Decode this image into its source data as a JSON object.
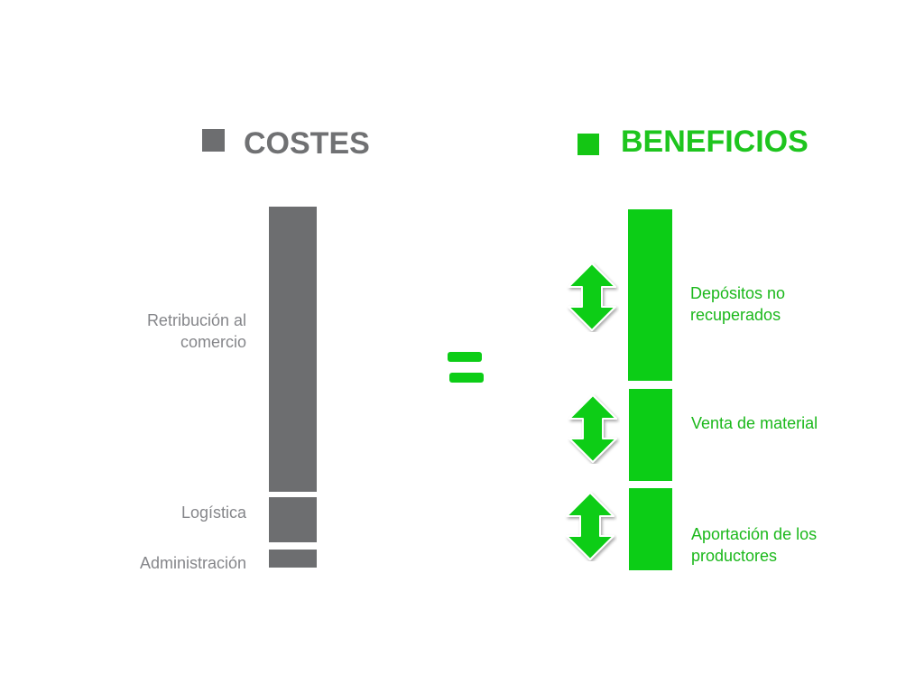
{
  "costs": {
    "title": "COSTES",
    "color": "#6d6e70",
    "items": [
      {
        "lines": [
          "Retribución al",
          "comercio"
        ]
      },
      {
        "lines": [
          "Logística"
        ]
      },
      {
        "lines": [
          "Administración"
        ]
      }
    ]
  },
  "benefits": {
    "title": "BENEFICIOS",
    "color": "#0ccd16",
    "items": [
      {
        "lines": [
          "Depósitos no",
          "recuperados"
        ]
      },
      {
        "lines": [
          "Venta de material"
        ]
      },
      {
        "lines": [
          "Aportación de los",
          "productores"
        ]
      }
    ]
  },
  "connector_symbol": "equals-sign",
  "arrow_icon": "up-down-arrow-icon"
}
